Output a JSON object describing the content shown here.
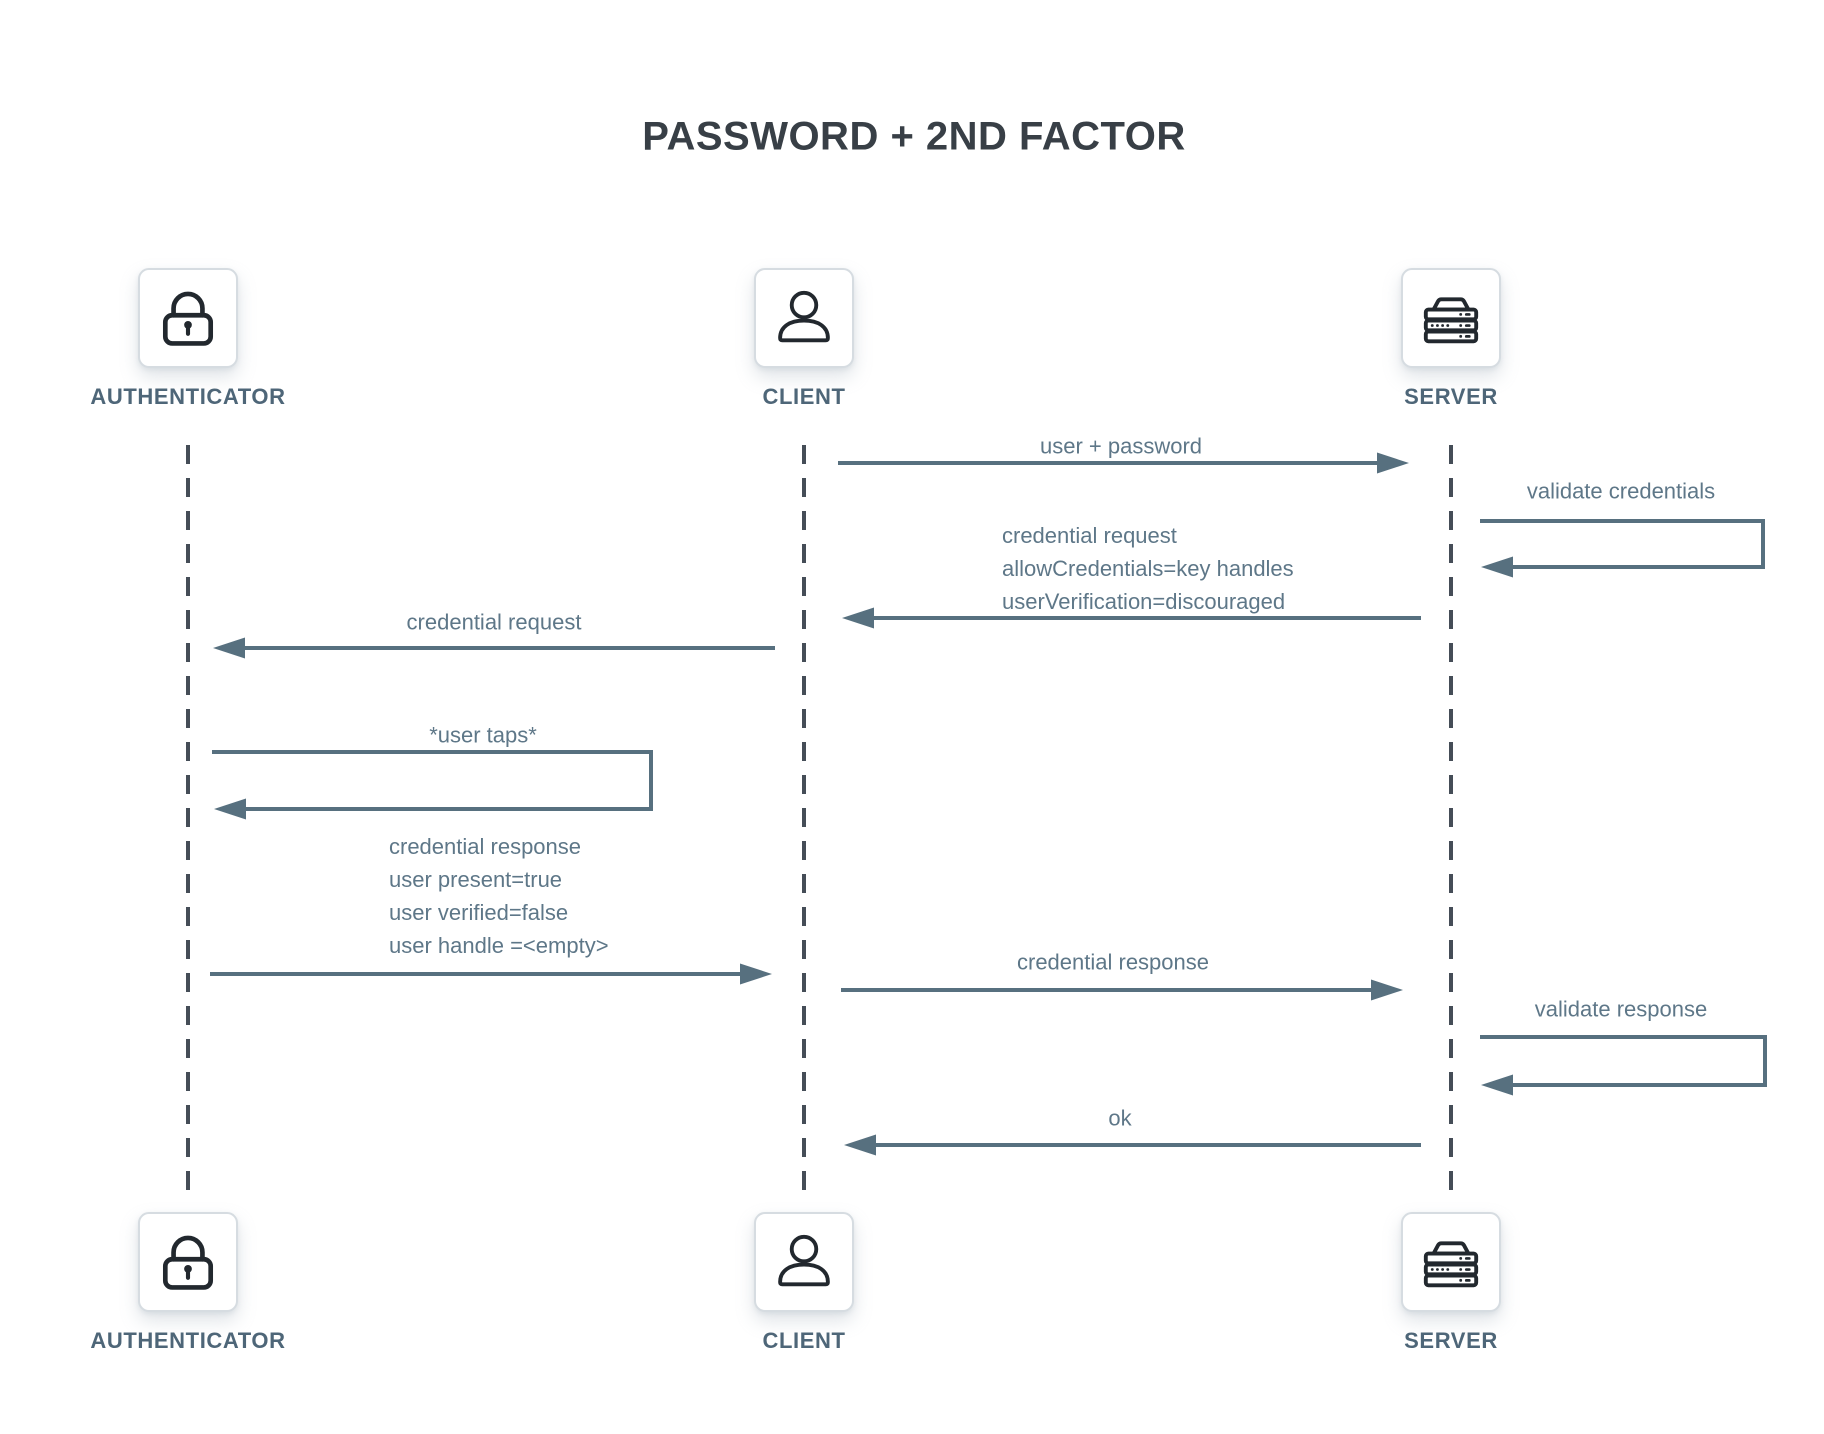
{
  "title": "PASSWORD + 2ND FACTOR",
  "actors": {
    "authenticator": {
      "label": "AUTHENTICATOR",
      "icon": "lock-icon"
    },
    "client": {
      "label": "CLIENT",
      "icon": "person-icon"
    },
    "server": {
      "label": "SERVER",
      "icon": "server-icon"
    }
  },
  "messages": {
    "user_password": {
      "label": "user + password",
      "from": "client",
      "to": "server"
    },
    "validate_credentials": {
      "label": "validate credentials",
      "from": "server",
      "to": "server"
    },
    "credential_request_to_client": {
      "lines": [
        "credential request",
        "allowCredentials=key handles",
        "userVerification=discouraged"
      ],
      "from": "server",
      "to": "client"
    },
    "credential_request_to_authenticator": {
      "label": "credential request",
      "from": "client",
      "to": "authenticator"
    },
    "user_taps": {
      "label": "*user taps*",
      "from": "authenticator",
      "to": "authenticator"
    },
    "credential_response_to_client": {
      "lines": [
        "credential response",
        "user present=true",
        "user verified=false",
        "user handle =<empty>"
      ],
      "from": "authenticator",
      "to": "client"
    },
    "credential_response_to_server": {
      "label": "credential response",
      "from": "client",
      "to": "server"
    },
    "validate_response": {
      "label": "validate response",
      "from": "server",
      "to": "server"
    },
    "ok": {
      "label": "ok",
      "from": "server",
      "to": "client"
    }
  },
  "colors": {
    "title": "#383f46",
    "actor_label": "#4e6678",
    "message_text": "#5e7788",
    "connector": "#57707f",
    "lifeline": "#454d57",
    "icon": "#22282e",
    "card_border": "#d6dce1",
    "card_bg": "#ffffff",
    "page_bg": "#ffffff"
  }
}
